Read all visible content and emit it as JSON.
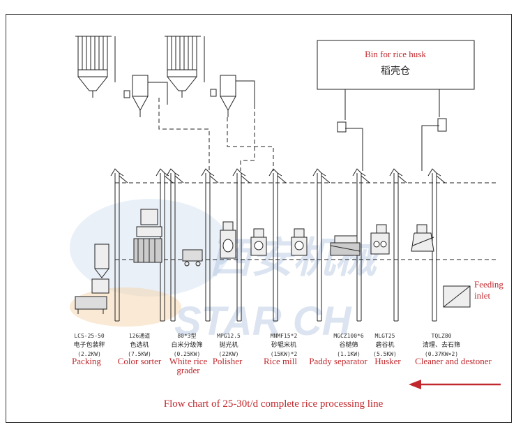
{
  "bin": {
    "en": "Bin for rice husk",
    "cn": "稻壳仓"
  },
  "feeding_inlet": [
    "Feeding",
    "inlet"
  ],
  "watermark": {
    "cn": "西安机械",
    "en": "STAR CH"
  },
  "title": "Flow chart of 25-30t/d complete rice processing line",
  "machines": [
    {
      "id": "packing",
      "model": "LCS-25-50",
      "cn": "电子包装秤",
      "power": "(2.2KW)",
      "en": [
        "Packing"
      ]
    },
    {
      "id": "sorter",
      "model": "126通道",
      "cn": "色选机",
      "power": "(7.5KW)",
      "en": [
        "Color sorter"
      ]
    },
    {
      "id": "grader",
      "model": "80*3型",
      "cn": "白米分级筛",
      "power": "(0.25KW)",
      "en": [
        "White rice",
        "grader"
      ]
    },
    {
      "id": "polisher",
      "model": "MPG12.5",
      "cn": "抛光机",
      "power": "(22KW)",
      "en": [
        "Polisher"
      ]
    },
    {
      "id": "ricemill",
      "model": "MNMF15*2",
      "cn": "砂辊米机",
      "power": "(15KW)*2",
      "en": [
        "Rice mill"
      ]
    },
    {
      "id": "separator",
      "model": "MGCZ100*6",
      "cn": "谷糙筛",
      "power": "(1.1KW)",
      "en": [
        "Paddy separator"
      ]
    },
    {
      "id": "husker",
      "model": "MLGT25",
      "cn": "砻谷机",
      "power": "(5.5KW)",
      "en": [
        "Husker"
      ]
    },
    {
      "id": "cleaner",
      "model": "TQLZ80",
      "cn": "清理、去石筛",
      "power": "(0.37KW×2)",
      "en": [
        "Cleaner and destoner"
      ]
    }
  ]
}
